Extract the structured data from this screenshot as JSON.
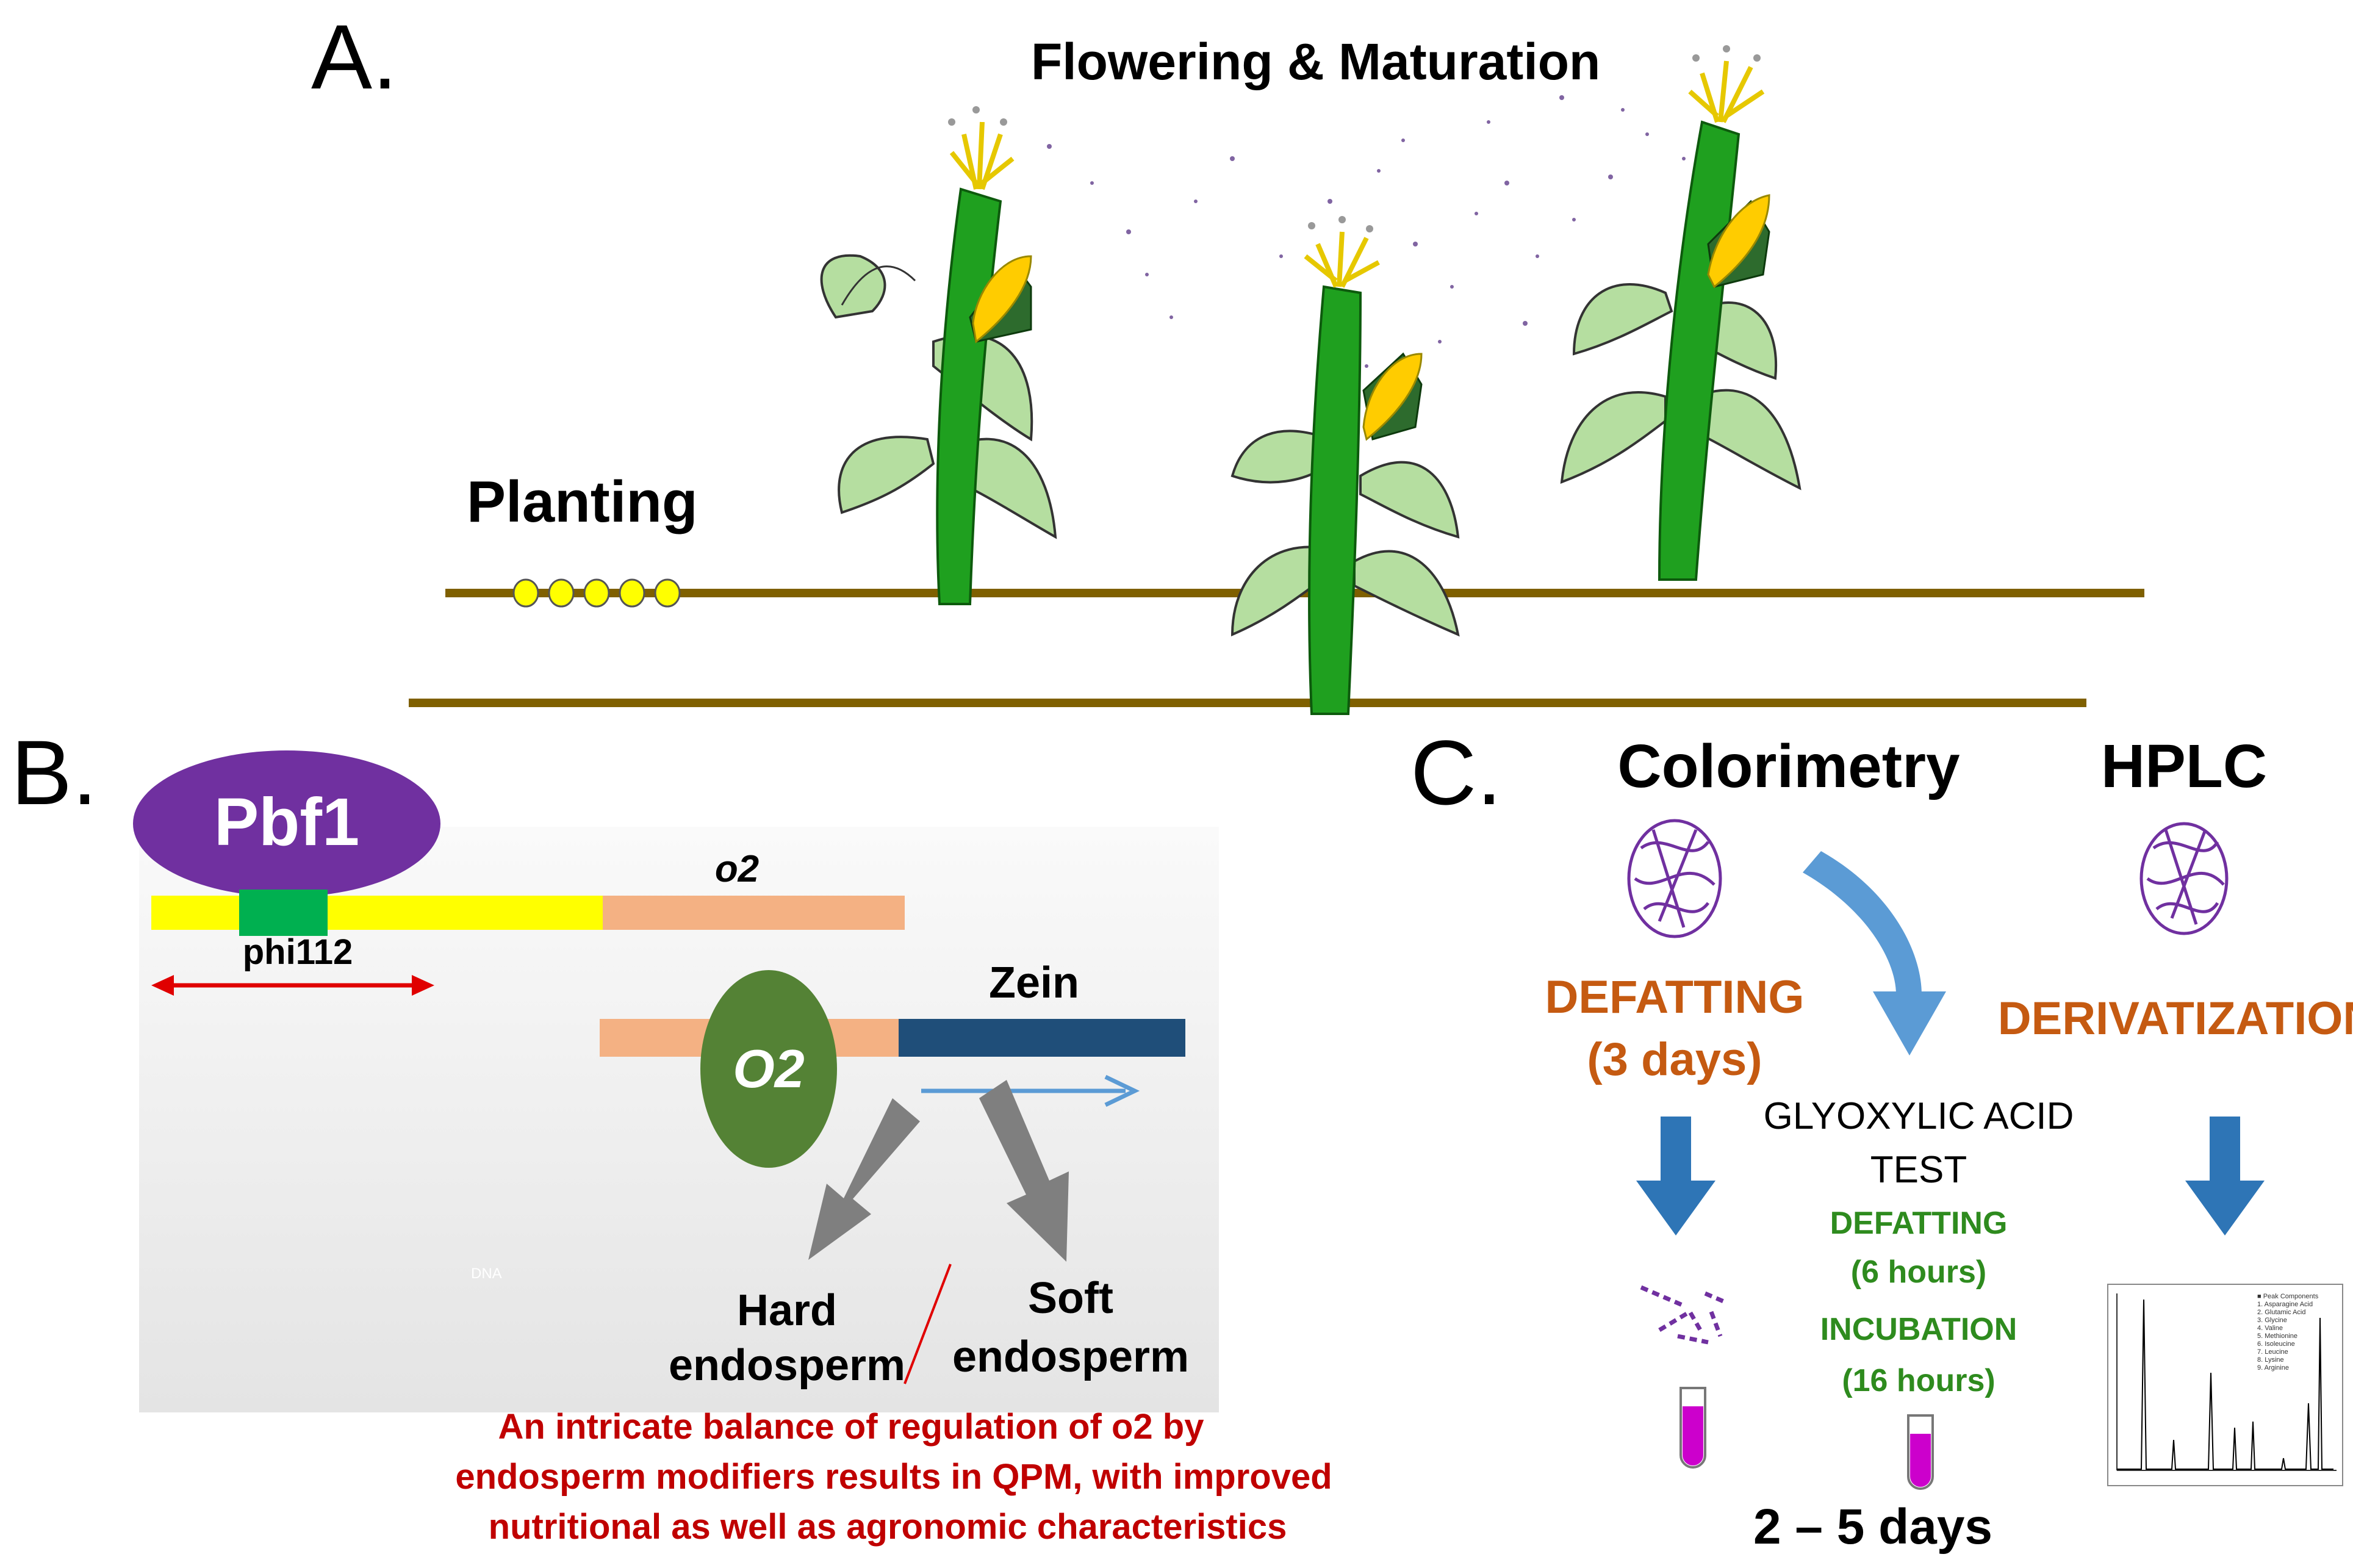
{
  "panel_a": {
    "letter": "A.",
    "flowering_label": "Flowering & Maturation",
    "planting_label": "Planting"
  },
  "panel_b": {
    "letter": "B.",
    "pbf1_label": "Pbf1",
    "o2_gene_label": "o2",
    "marker_label": "phi112",
    "o2_protein_label": "O2",
    "zein_label": "Zein",
    "hard_label_line1": "Hard",
    "hard_label_line2": "endosperm",
    "soft_label_line1": "Soft",
    "soft_label_line2": "endosperm",
    "dna_watermark": "DNA",
    "caption_line1": "An intricate balance of regulation of o2 by",
    "caption_line2": "endosperm modifiers results in QPM, with improved",
    "caption_line3": "nutritional as well as agronomic characteristics"
  },
  "panel_c": {
    "letter": "C.",
    "colorimetry_title": "Colorimetry",
    "hplc_title": "HPLC",
    "defatting_label": "DEFATTING",
    "defatting_duration": "(3 days)",
    "glyoxylic_line1": "GLYOXYLIC ACID",
    "glyoxylic_line2": "TEST",
    "defatting2_label": "DEFATTING",
    "defatting2_duration": "(6 hours)",
    "incubation_label": "INCUBATION",
    "incubation_duration": "(16 hours)",
    "derivatization_label": "DERIVATIZATION",
    "total_time": "2 – 5 days",
    "chromatogram_legend": [
      "Peak Components",
      "Asparagine Acid",
      "Glutamic Acid",
      "Glycine",
      "Valine",
      "Methionine",
      "Isoleucine",
      "Leucine",
      "Lysine",
      "Arginine"
    ]
  },
  "colors": {
    "label_text": "#000000",
    "ground_line": "#7f6000",
    "seed_yellow": "#ffff00",
    "stalk_green": "#1fa01f",
    "leaf_green": "#b5dea0",
    "pbf1_purple": "#7030a0",
    "promoter_yellow": "#ffff00",
    "marker_green": "#00b050",
    "o2_salmon": "#f4b183",
    "o2_protein_green": "#548235",
    "zein_navy": "#1f4e79",
    "caption_red": "#c00000",
    "step_brown": "#c55a11",
    "step_green": "#2e8b1e",
    "arrow_blue": "#2e75b6",
    "arrow_light_blue": "#5b9bd5",
    "tube_magenta": "#cc00cc",
    "protein_purple": "#7030a0"
  }
}
